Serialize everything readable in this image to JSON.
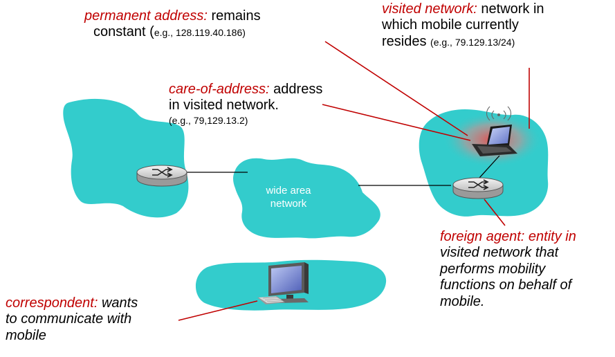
{
  "colors": {
    "cloud": "#33cccc",
    "red": "#c00000",
    "line": "#000000"
  },
  "wan": {
    "line1": "wide area",
    "line2": "network"
  },
  "permanent": {
    "term": "permanent address:",
    "line1_rest": " remains",
    "line2_main": "constant (",
    "line2_small": "e.g., 128.119.40.186)"
  },
  "visited": {
    "term": "visited network:",
    "line1_rest": " network in",
    "line2": "which mobile currently",
    "line3_main": "resides ",
    "line3_small": "(e.g., 79.129.13/24)"
  },
  "careof": {
    "term": "care-of-address:",
    "line1_rest": " address",
    "line2": "in visited network.",
    "line3": "(e.g., 79,129.13.2)"
  },
  "foreign": {
    "term": "foreign agent:",
    "line1_rest": " entity in",
    "line2": "visited network that",
    "line3": "performs mobility",
    "line4": "functions on behalf of",
    "line5": "mobile."
  },
  "correspondent": {
    "term": "correspondent:",
    "line1_rest": " wants",
    "line2": "to communicate with",
    "line3": "mobile"
  },
  "icons": {
    "router_home": "router-icon",
    "router_foreign": "router-icon",
    "laptop": "laptop-icon",
    "desktop": "desktop-computer-icon",
    "wireless": "wireless-signal-icon"
  }
}
